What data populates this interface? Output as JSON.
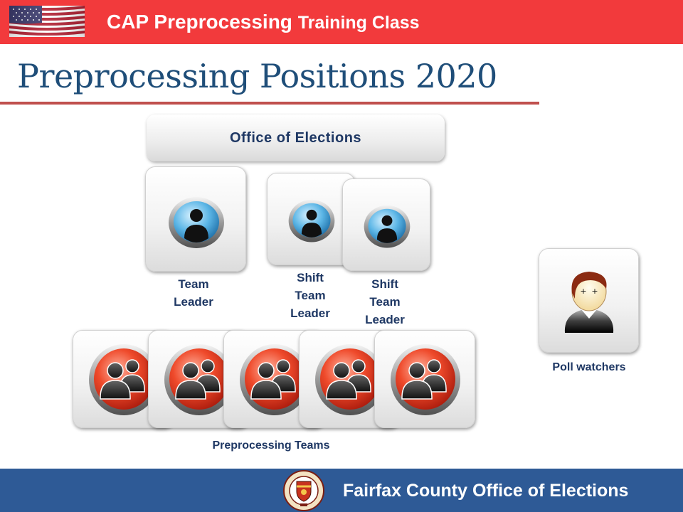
{
  "header": {
    "title_main": "CAP Preprocessing",
    "title_rest": "Training Class",
    "flag_icon": "us-flag-icon"
  },
  "slide": {
    "title": "Preprocessing Positions 2020"
  },
  "org": {
    "office": "Office of Elections",
    "team_leader": [
      "Team",
      "Leader"
    ],
    "shift_leader_1": [
      "Shift",
      "Team",
      "Leader"
    ],
    "shift_leader_2": [
      "Shift",
      "Team",
      "Leader"
    ],
    "preprocessing_teams": "Preprocessing Teams",
    "poll_watchers": "Poll watchers",
    "team_count": 5
  },
  "footer": {
    "title": "Fairfax County Office of Elections",
    "seal_icon": "county-seal-icon"
  },
  "colors": {
    "header_red": "#f23a3c",
    "title_blue": "#1f4e79",
    "rule_red": "#c0504d",
    "footer_blue": "#2e5a96",
    "label_navy": "#1f3864"
  }
}
